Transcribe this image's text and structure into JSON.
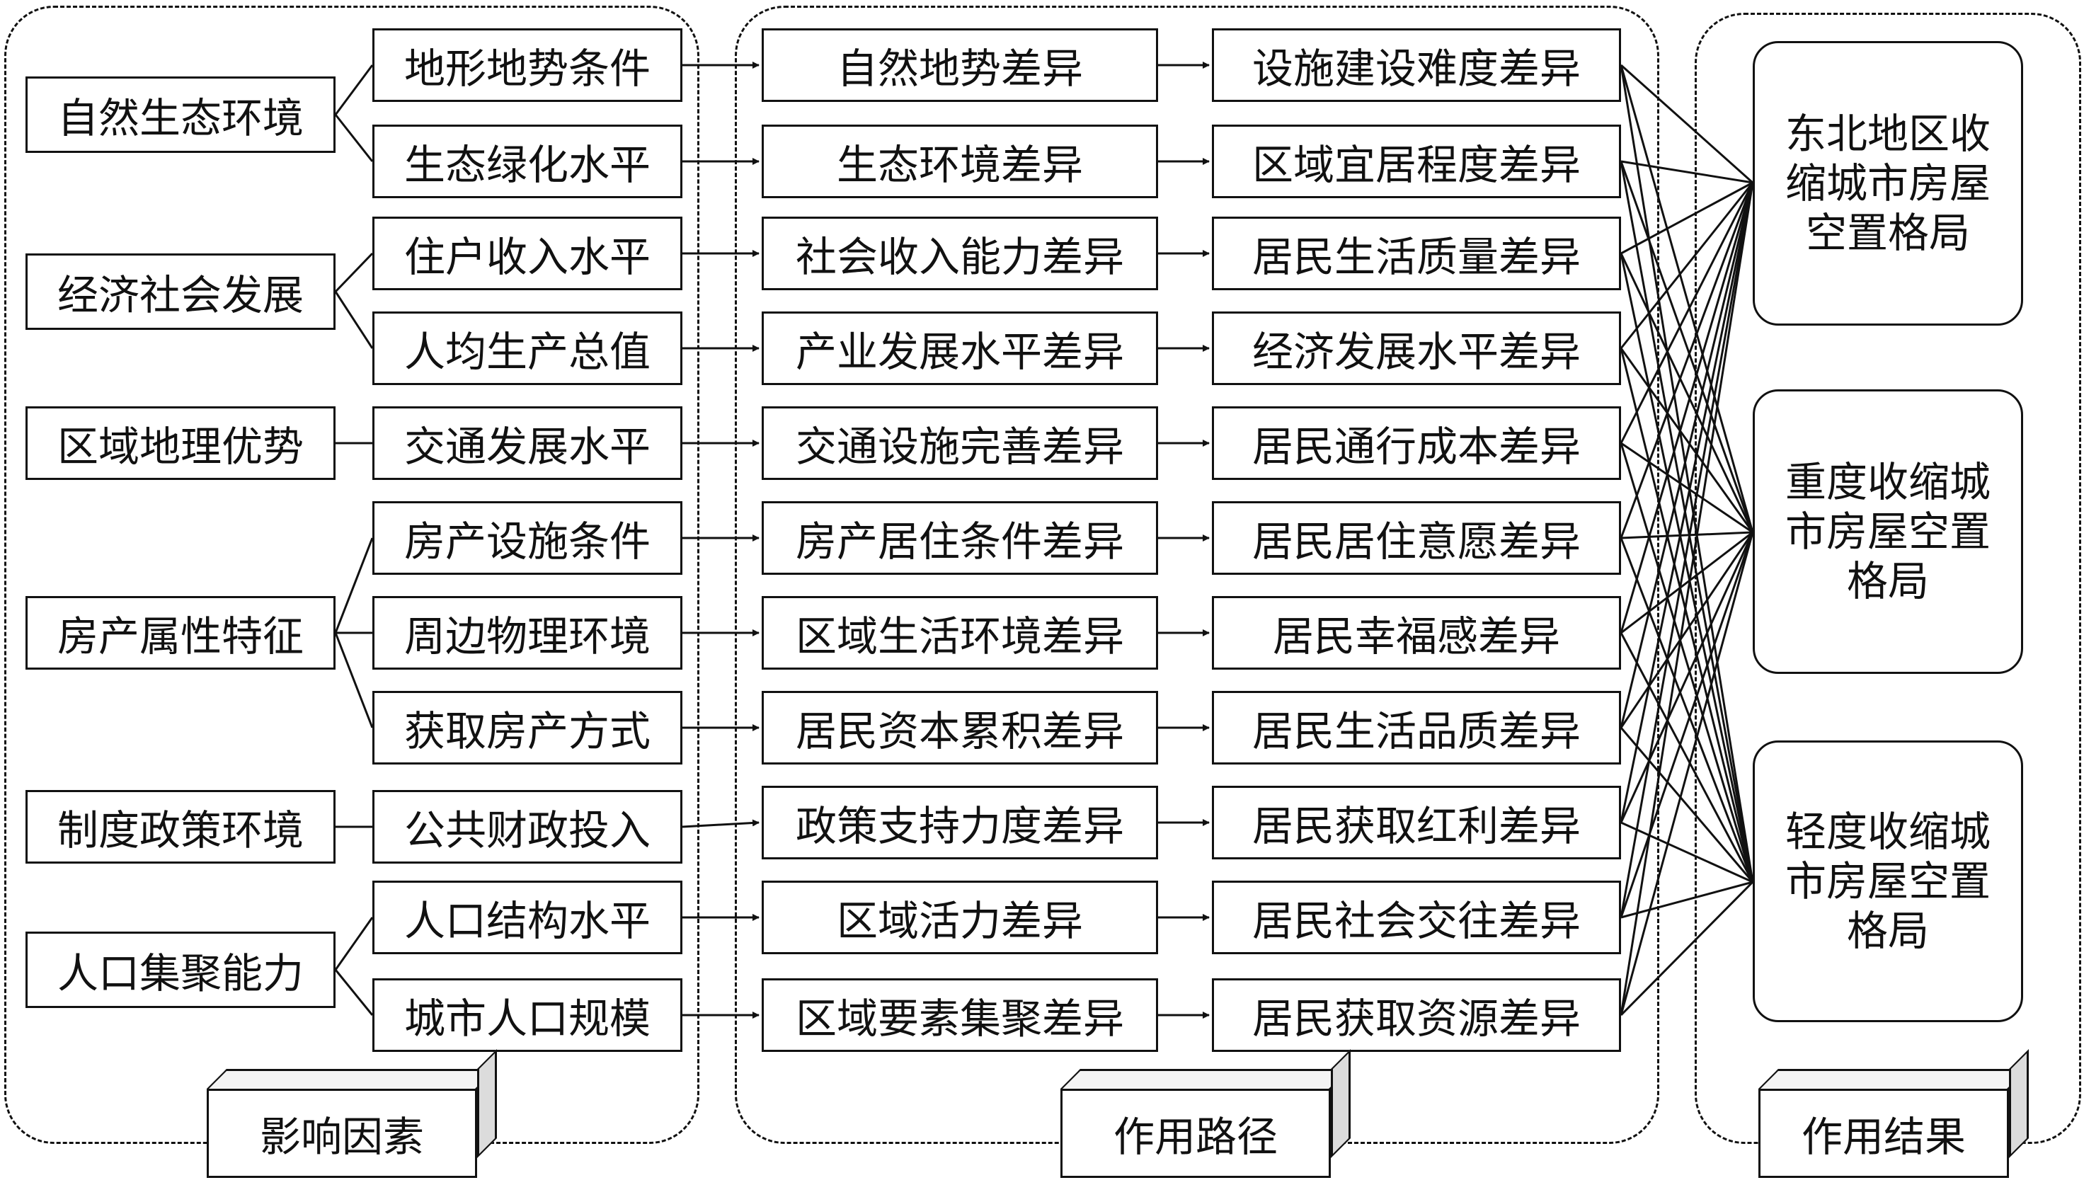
{
  "influencing_factors": [
    {
      "name": "自然生态环境",
      "subfactors": [
        "地形地势条件",
        "生态绿化水平"
      ]
    },
    {
      "name": "经济社会发展",
      "subfactors": [
        "住户收入水平",
        "人均生产总值"
      ]
    },
    {
      "name": "区域地理优势",
      "subfactors": [
        "交通发展水平"
      ]
    },
    {
      "name": "房产属性特征",
      "subfactors": [
        "房产设施条件",
        "周边物理环境",
        "获取房产方式"
      ]
    },
    {
      "name": "制度政策环境",
      "subfactors": [
        "公共财政投入"
      ]
    },
    {
      "name": "人口集聚能力",
      "subfactors": [
        "人口结构水平",
        "城市人口规模"
      ]
    }
  ],
  "paths": [
    {
      "difference": "自然地势差异",
      "effect": "设施建设难度差异"
    },
    {
      "difference": "生态环境差异",
      "effect": "区域宜居程度差异"
    },
    {
      "difference": "社会收入能力差异",
      "effect": "居民生活质量差异"
    },
    {
      "difference": "产业发展水平差异",
      "effect": "经济发展水平差异"
    },
    {
      "difference": "交通设施完善差异",
      "effect": "居民通行成本差异"
    },
    {
      "difference": "房产居住条件差异",
      "effect": "居民居住意愿差异"
    },
    {
      "difference": "区域生活环境差异",
      "effect": "居民幸福感差异"
    },
    {
      "difference": "居民资本累积差异",
      "effect": "居民生活品质差异"
    },
    {
      "difference": "政策支持力度差异",
      "effect": "居民获取红利差异"
    },
    {
      "difference": "区域活力差异",
      "effect": "居民社会交往差异"
    },
    {
      "difference": "区域要素集聚差异",
      "effect": "居民获取资源差异"
    }
  ],
  "results": [
    {
      "lines": [
        "东北地区收",
        "缩城市房屋",
        "空置格局"
      ]
    },
    {
      "lines": [
        "重度收缩城",
        "市房屋空置",
        "格局"
      ]
    },
    {
      "lines": [
        "轻度收缩城",
        "市房屋空置",
        "格局"
      ]
    }
  ],
  "group_labels": {
    "factors": "影响因素",
    "paths": "作用路径",
    "results": "作用结果"
  }
}
